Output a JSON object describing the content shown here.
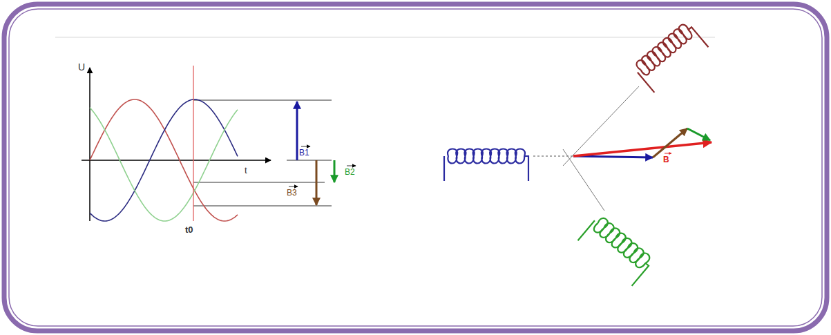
{
  "diagram": {
    "labels": [
      "U",
      "t",
      "t0",
      "B1",
      "B2",
      "B3",
      "B"
    ]
  }
}
